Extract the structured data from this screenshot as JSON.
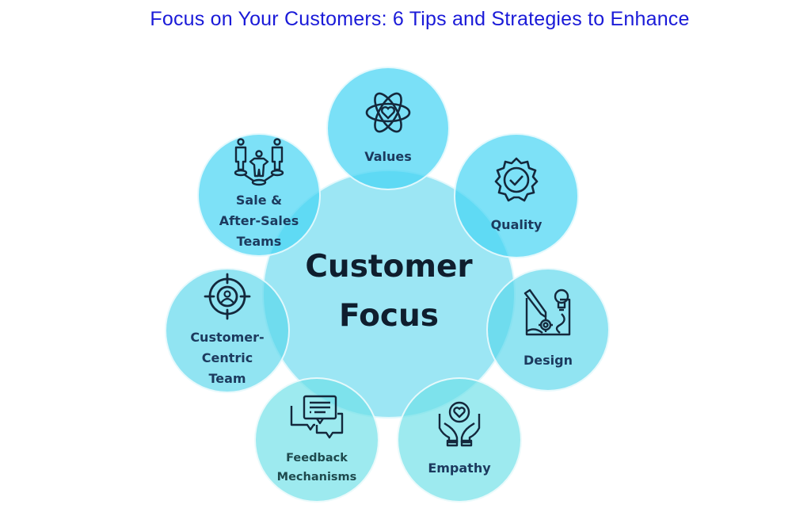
{
  "title": "Focus on Your Customers: 6 Tips and Strategies to Enhance",
  "center": {
    "label": "Customer Focus",
    "line1": "Customer",
    "line2": "Focus",
    "color": "#7fdcef"
  },
  "satellites": [
    {
      "label": "Values",
      "icon": "atom-heart-icon",
      "color": "#5fd6f2"
    },
    {
      "label": "Quality",
      "icon": "badge-check-icon",
      "color": "#5fd6f2"
    },
    {
      "label": "Design",
      "icon": "design-blueprint-icon",
      "color": "#6ddcee"
    },
    {
      "label": "Empathy",
      "icon": "hands-heart-icon",
      "color": "#79e6e8"
    },
    {
      "label": "Feedback\nMechanisms",
      "icon": "chat-bubbles-icon",
      "color": "#79e6e8"
    },
    {
      "label": "Customer-\nCentric\nTeam",
      "icon": "target-user-icon",
      "color": "#6ddcee"
    },
    {
      "label": "Sale &\nAfter-Sales\nTeams",
      "icon": "team-people-icon",
      "color": "#5fd6f2"
    }
  ],
  "colors": {
    "title": "#1a1ad8",
    "label_text": "#1c3a5e",
    "icon_stroke": "#14283c"
  }
}
